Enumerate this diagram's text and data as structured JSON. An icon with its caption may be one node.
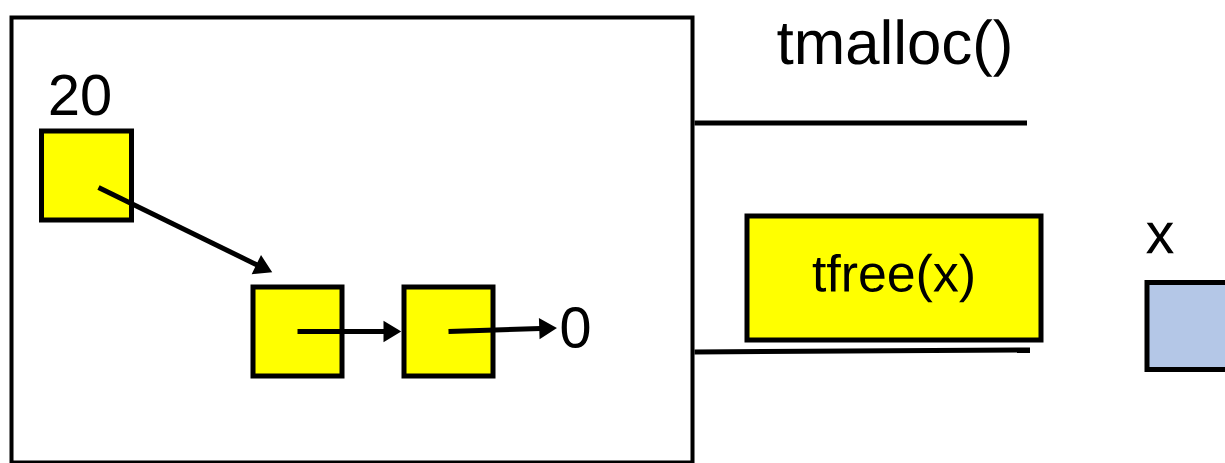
{
  "diagram": {
    "nodes": [
      {
        "text": [],
        "shape": "box"
      },
      {
        "text": [],
        "shape": "box",
        "in": 0,
        "beside": [
          "20"
        ]
      },
      {
        "text": [],
        "shape": "box",
        "in": 0
      },
      {
        "text": [],
        "shape": "box",
        "in": 0
      },
      {
        "text": [
          "0"
        ],
        "in": 0
      },
      {
        "text": [
          "tfree(x)"
        ]
      },
      {
        "text": [],
        "shape": "box",
        "beside": [
          "x"
        ]
      }
    ],
    "edges": [
      {
        "from": 1,
        "to": 2,
        "arrow": "to"
      },
      {
        "from": 2,
        "to": 3,
        "arrow": "to"
      },
      {
        "from": 3,
        "to": 4,
        "arrow": "to"
      }
    ],
    "labels": [
      "tmalloc()"
    ]
  }
}
